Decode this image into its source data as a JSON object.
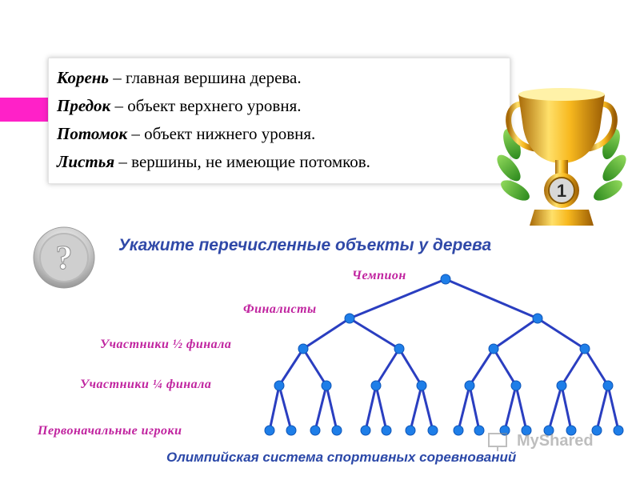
{
  "definitions": [
    {
      "term": "Корень",
      "text": " – главная вершина дерева."
    },
    {
      "term": "Предок",
      "text": " – объект верхнего уровня."
    },
    {
      "term": "Потомок",
      "text": " – объект нижнего уровня."
    },
    {
      "term": "Листья",
      "text": " – вершины, не имеющие потомков."
    }
  ],
  "question_mark": "?",
  "question": "Укажите перечисленные объекты у дерева",
  "trophy_number": "1",
  "levels": [
    "Чемпион",
    "Финалисты",
    "Участники ½ финала",
    "Участники ¼ финала",
    "Первоначальные игроки"
  ],
  "caption": "Олимпийская система спортивных соревнований",
  "watermark": "MyShared",
  "colors": {
    "accent": "#ff21c8",
    "node": "#1e7ee8",
    "edge": "#2a3ec0",
    "label": "#c0239f",
    "heading": "#3049a8"
  }
}
